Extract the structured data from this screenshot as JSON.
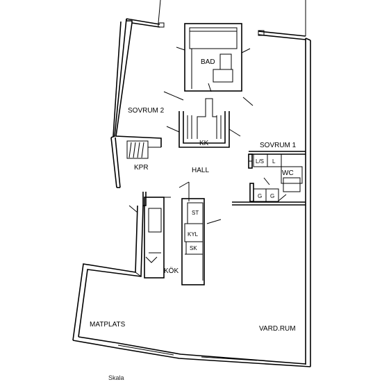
{
  "rooms": {
    "bad": "BAD",
    "sovrum2": "SOVRUM 2",
    "kk": "KK",
    "sovrum1": "SOVRUM 1",
    "kpr": "KPR",
    "hall": "HALL",
    "wc": "WC",
    "kok": "KÖK",
    "matplats": "MATPLATS",
    "vardrum": "VARD.RUM"
  },
  "fixtures": {
    "ls": "L/S",
    "l": "L",
    "g1": "G",
    "g2": "G",
    "st": "ST",
    "kyl": "KYL",
    "sk": "SK"
  },
  "footer": {
    "scale": "Skala"
  }
}
